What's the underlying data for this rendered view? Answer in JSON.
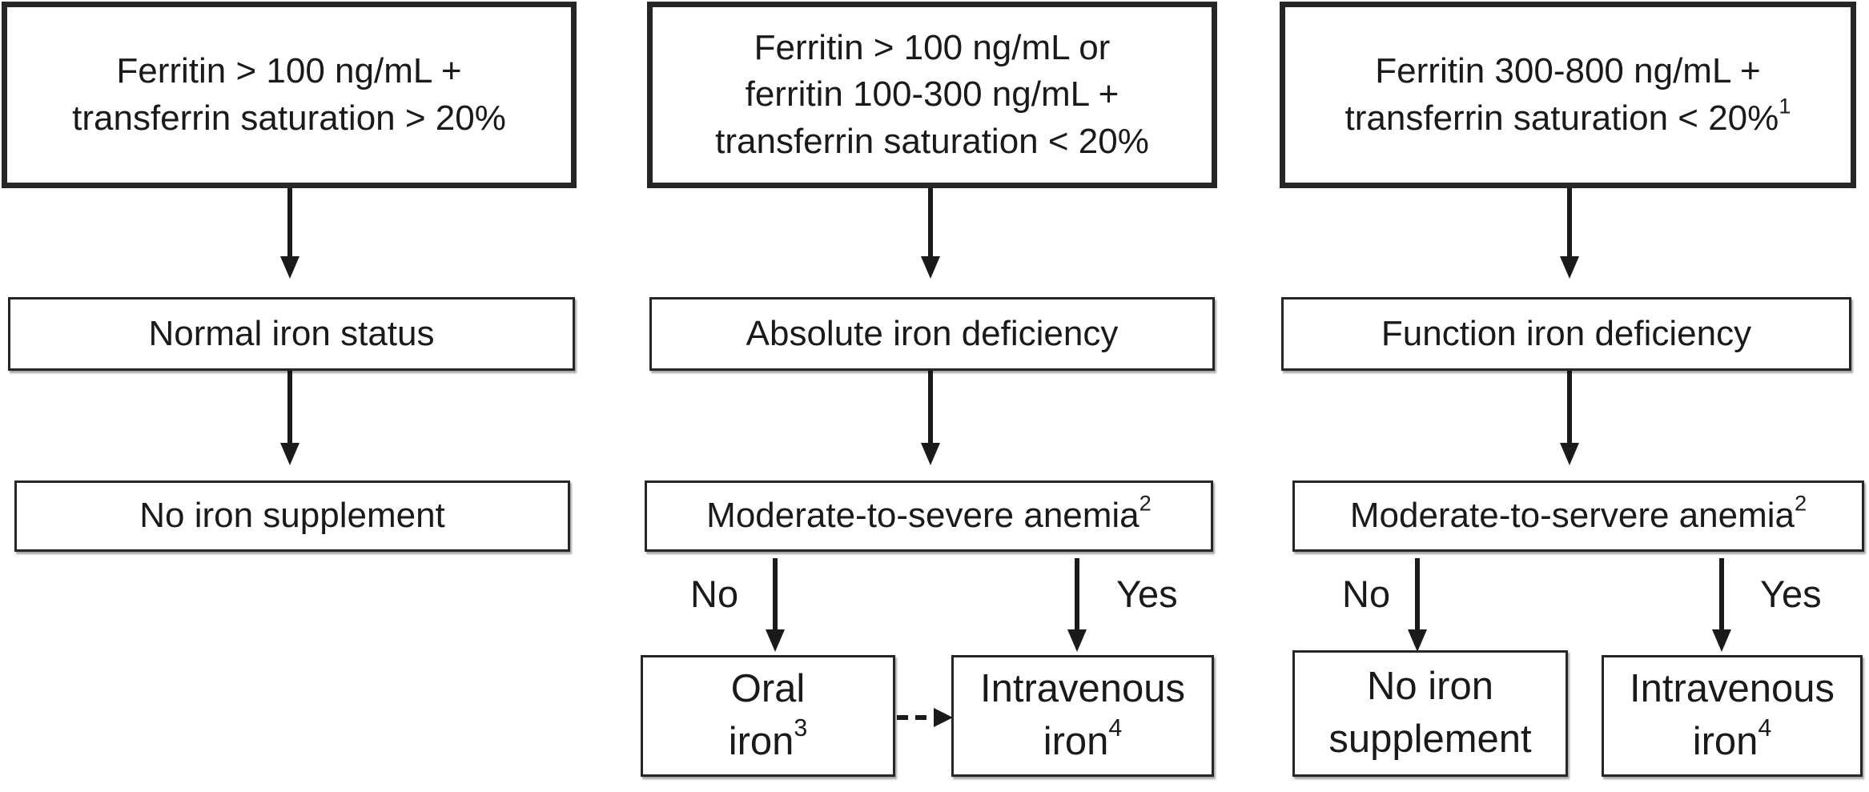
{
  "columns": [
    {
      "criteria": [
        "Ferritin > 100 ng/mL +",
        "transferrin saturation > 20%"
      ],
      "criteria_sup": "",
      "status": "Normal iron status",
      "outcome": "No iron supplement"
    },
    {
      "criteria": [
        "Ferritin > 100 ng/mL or",
        "ferritin 100-300 ng/mL +",
        "transferrin saturation < 20%"
      ],
      "criteria_sup": "",
      "status": "Absolute iron deficiency",
      "anemia": "Moderate-to-severe anemia",
      "anemia_sup": "2",
      "no_label": "No",
      "yes_label": "Yes",
      "no_outcome": [
        "Oral",
        "iron"
      ],
      "no_outcome_sup": "3",
      "yes_outcome": [
        "Intravenous",
        "iron"
      ],
      "yes_outcome_sup": "4"
    },
    {
      "criteria": [
        "Ferritin 300-800 ng/mL +",
        "transferrin saturation < 20%"
      ],
      "criteria_sup": "1",
      "status": "Function iron deficiency",
      "anemia": "Moderate-to-servere anemia",
      "anemia_sup": "2",
      "no_label": "No",
      "yes_label": "Yes",
      "no_outcome": [
        "No iron",
        "supplement"
      ],
      "yes_outcome": [
        "Intravenous",
        "iron"
      ],
      "yes_outcome_sup": "4"
    }
  ]
}
